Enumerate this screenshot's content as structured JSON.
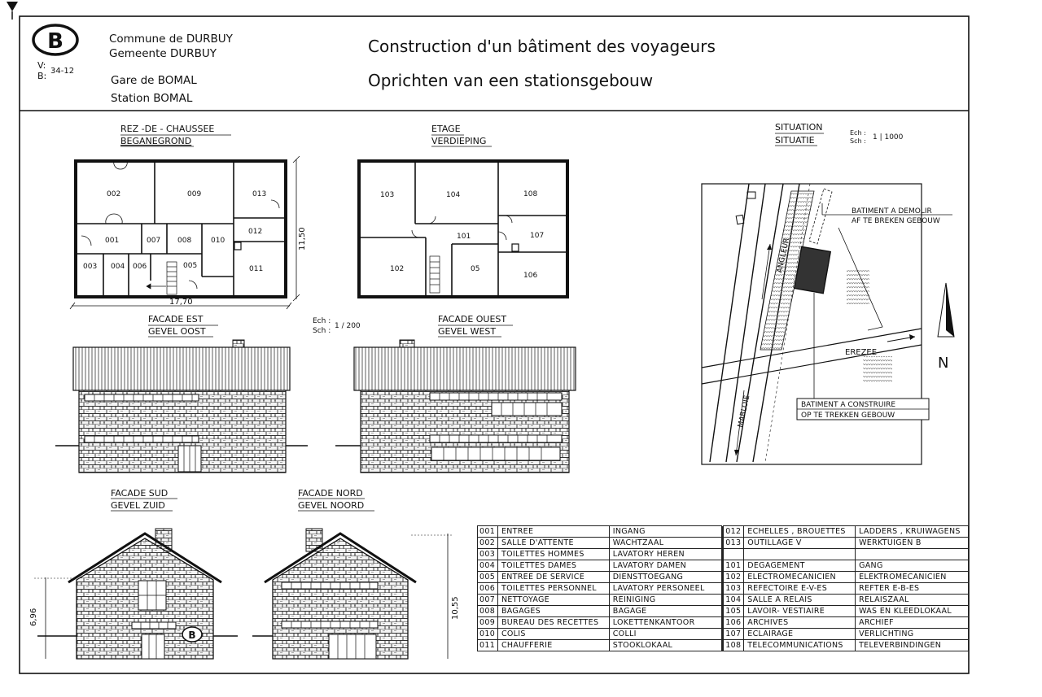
{
  "title_block": {
    "logo_letter": "B",
    "ref_label_v": "V:",
    "ref_label_b": "B:",
    "ref_code": "34-12",
    "commune_fr": "Commune de DURBUY",
    "commune_nl": "Gemeente DURBUY",
    "gare_fr": "Gare de BOMAL",
    "gare_nl": "Station BOMAL",
    "project_fr": "Construction d'un  bâtiment des voyageurs",
    "project_nl": "Oprichten van een  stationsgebouw"
  },
  "ground_floor": {
    "title_fr": "REZ -DE - CHAUSSEE",
    "title_nl": "BEGANEGROND",
    "rooms": [
      "002",
      "009",
      "013",
      "001",
      "007",
      "008",
      "010",
      "012",
      "003",
      "004",
      "006",
      "005",
      "011"
    ],
    "width_dim": "17,70",
    "depth_dim": "11,50"
  },
  "upper_floor": {
    "title_fr": "ETAGE",
    "title_nl": "VERDIEPING",
    "rooms": [
      "103",
      "104",
      "108",
      "101",
      "107",
      "102",
      "05",
      "106"
    ]
  },
  "scale_200": {
    "ech": "Ech :",
    "sch": "Sch :",
    "value": "1 / 200"
  },
  "facades": {
    "est_fr": "FACADE  EST",
    "est_nl": "GEVEL  OOST",
    "ouest_fr": "FACADE  OUEST",
    "ouest_nl": "GEVEL  WEST",
    "sud_fr": "FACADE  SUD",
    "sud_nl": "GEVEL  ZUID",
    "nord_fr": "FACADE  NORD",
    "nord_nl": "GEVEL  NOORD",
    "sud_height": "6,96",
    "nord_height": "10,55"
  },
  "situation": {
    "title_fr": "SITUATION",
    "title_nl": "SITUATIE",
    "ech": "Ech :",
    "sch": "Sch :",
    "scale": "1 | 1000",
    "demolish_fr": "BATIMENT A DEMOLIR",
    "demolish_nl": "AF TE BREKEN GEBOUW",
    "build_fr": "BATIMENT A CONSTRUIRE",
    "build_nl": "OP TE TREKKEN GEBOUW",
    "road_erezee": "EREZEE",
    "rail_angleur": "ANGLEUR",
    "rail_marloie": "MARLOIE",
    "north": "N"
  },
  "legend_left": [
    {
      "code": "001",
      "fr": "ENTREE",
      "nl": "INGANG"
    },
    {
      "code": "002",
      "fr": "SALLE D'ATTENTE",
      "nl": "WACHTZAAL"
    },
    {
      "code": "003",
      "fr": "TOILETTES  HOMMES",
      "nl": "LAVATORY HEREN"
    },
    {
      "code": "004",
      "fr": "TOILETTES  DAMES",
      "nl": "LAVATORY DAMEN"
    },
    {
      "code": "005",
      "fr": "ENTREE DE SERVICE",
      "nl": "DIENSTTOEGANG"
    },
    {
      "code": "006",
      "fr": "TOILETTES PERSONNEL",
      "nl": "LAVATORY PERSONEEL"
    },
    {
      "code": "007",
      "fr": "NETTOYAGE",
      "nl": "REINIGING"
    },
    {
      "code": "008",
      "fr": "BAGAGES",
      "nl": "BAGAGE"
    },
    {
      "code": "009",
      "fr": "BUREAU DES RECETTES",
      "nl": "LOKETTENKANTOOR"
    },
    {
      "code": "010",
      "fr": "COLIS",
      "nl": "COLLI"
    },
    {
      "code": "011",
      "fr": "CHAUFFERIE",
      "nl": "STOOKLOKAAL"
    }
  ],
  "legend_right": [
    {
      "code": "012",
      "fr": "ECHELLES , BROUETTES",
      "nl": "LADDERS , KRUIWAGENS"
    },
    {
      "code": "013",
      "fr": "OUTILLAGE  V",
      "nl": "WERKTUIGEN  B"
    },
    {
      "code": "",
      "fr": "",
      "nl": ""
    },
    {
      "code": "101",
      "fr": "DEGAGEMENT",
      "nl": "GANG"
    },
    {
      "code": "102",
      "fr": "ELECTROMECANICIEN",
      "nl": "ELEKTROMECANICIEN"
    },
    {
      "code": "103",
      "fr": "REFECTOIRE  E-V-ES",
      "nl": "REFTER  E-B-ES"
    },
    {
      "code": "104",
      "fr": "SALLE  A RELAIS",
      "nl": "RELAISZAAL"
    },
    {
      "code": "105",
      "fr": "LAVOIR- VESTIAIRE",
      "nl": "WAS  EN KLEEDLOKAAL"
    },
    {
      "code": "106",
      "fr": "ARCHIVES",
      "nl": "ARCHIEF"
    },
    {
      "code": "107",
      "fr": "ECLAIRAGE",
      "nl": "VERLICHTING"
    },
    {
      "code": "108",
      "fr": "TELECOMMUNICATIONS",
      "nl": "TELEVERBINDINGEN"
    }
  ]
}
